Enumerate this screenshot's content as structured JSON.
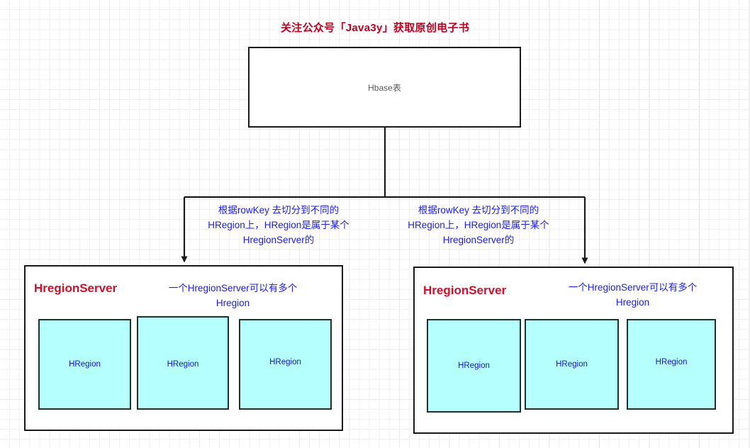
{
  "banner": {
    "text": "关注公众号「Java3y」获取原创电子书",
    "color": "#C00020"
  },
  "table_node": {
    "label": "Hbase表"
  },
  "annotations": {
    "left": "根据rowKey 去切分到不同的\nHRegion上，HRegion是属于某个\nHregionServer的",
    "right": "根据rowKey 去切分到不同的\nHRegion上，HRegion是属于某个\nHregionServer的"
  },
  "servers": [
    {
      "title": "HregionServer",
      "note": "一个HregionServer可以有多个\nHregion",
      "regions": [
        {
          "label": "HRegion"
        },
        {
          "label": "HRegion"
        },
        {
          "label": "HRegion"
        }
      ]
    },
    {
      "title": "HregionServer",
      "note": "一个HregionServer可以有多个\nHregion",
      "regions": [
        {
          "label": "HRegion"
        },
        {
          "label": "HRegion"
        },
        {
          "label": "HRegion"
        }
      ]
    }
  ],
  "colors": {
    "title_red": "#C00020",
    "server_red": "#D0102A",
    "annotation_blue": "#2020DD",
    "region_fill": "#B5FFFF",
    "region_border": "#232f2f",
    "box_border": "#1a1a1a",
    "grid_minor": "#f0f0f0",
    "grid_major": "#d9d9d9"
  }
}
